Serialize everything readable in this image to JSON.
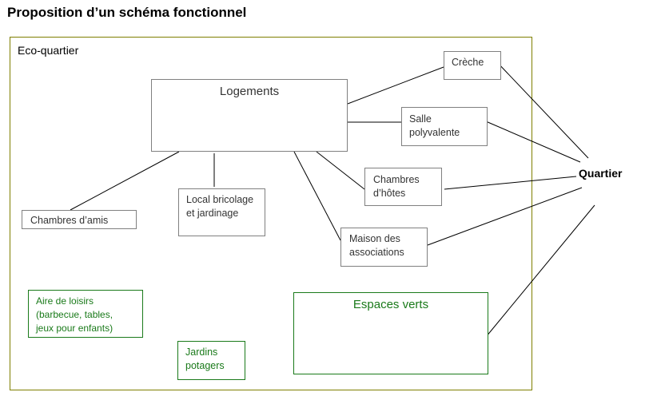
{
  "title": "Proposition d’un schéma fonctionnel",
  "frame_label": "Eco-quartier",
  "external_node": "Quartier",
  "nodes": {
    "logements": "Logements",
    "creche": "Crèche",
    "salle_1": "Salle",
    "salle_2": "polyvalente",
    "chambres_amis": "Chambres d’amis",
    "local_1": "Local bricolage",
    "local_2": "et jardinage",
    "hotes_1": "Chambres",
    "hotes_2": "d’hôtes",
    "maison_1": "Maison des",
    "maison_2": "associations",
    "aire_1": "Aire de loisirs",
    "aire_2": "(barbecue, tables,",
    "aire_3": "jeux pour enfants)",
    "jardins_1": "Jardins",
    "jardins_2": "potagers",
    "espaces": "Espaces verts"
  },
  "colors": {
    "frame": "#7f7f00",
    "green_nodes": "#1a7a1a",
    "gray_nodes": "#808080"
  }
}
